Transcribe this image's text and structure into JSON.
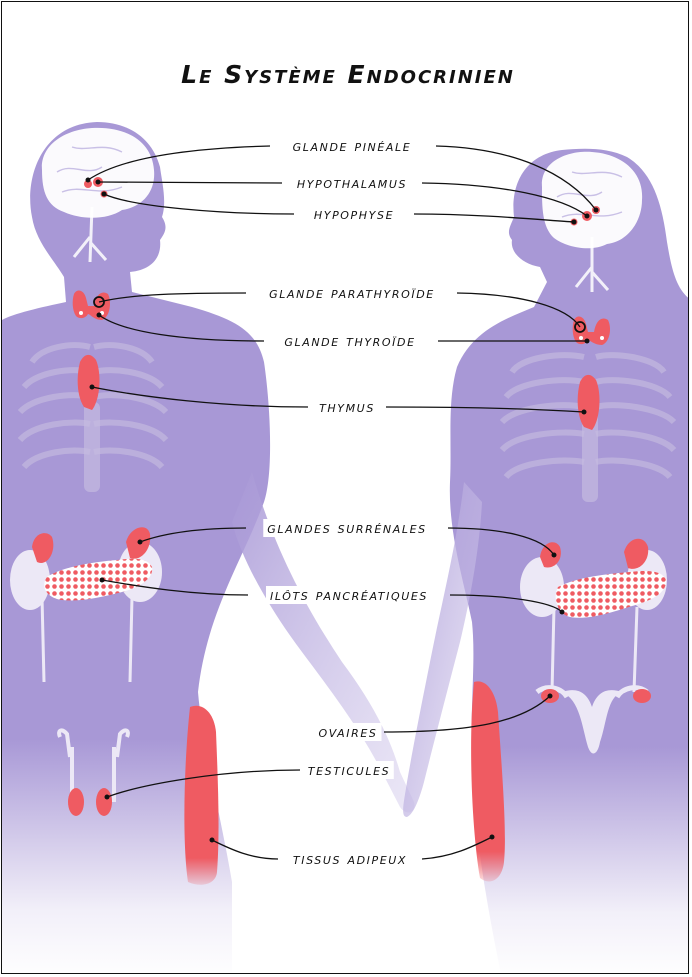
{
  "title": "Le Système Endocrinien",
  "labels": {
    "pineal": "glande pinéale",
    "hypothalamus": "hypothalamus",
    "pituitary": "hypophyse",
    "parathyroid": "glande parathyroïde",
    "thyroid": "glande thyroïde",
    "thymus": "thymus",
    "adrenal": "glandes surrénales",
    "pancreas": "ilôts pancréatiques",
    "ovaries": "ovaires",
    "testes": "testicules",
    "adipose": "tissus adipeux"
  },
  "colors": {
    "body": "#a898d6",
    "body_light": "#c2b6e4",
    "gland": "#ef5b62",
    "brain": "#ffffff",
    "line": "#111111"
  }
}
